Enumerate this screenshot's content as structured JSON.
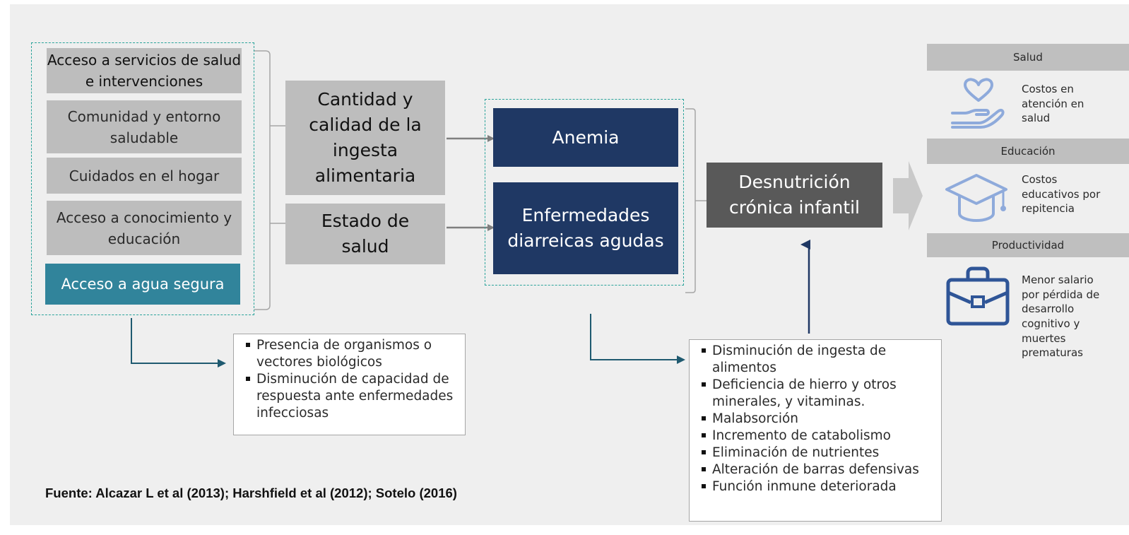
{
  "determinants": [
    "Acceso a servicios de salud  e intervenciones",
    "Comunidad  y entorno saludable",
    "Cuidados en el hogar",
    "Acceso a conocimiento y educación",
    "Acceso a agua segura"
  ],
  "intermediate": [
    "Cantidad y calidad de la ingesta alimentaria",
    "Estado de salud"
  ],
  "conditions": [
    "Anemia",
    "Enfermedades diarreicas agudas"
  ],
  "outcome": "Desnutrición crónica infantil",
  "left_list": [
    "Presencia de organismos o vectores biológicos",
    "Disminución de capacidad de respuesta ante enfermedades infecciosas"
  ],
  "middle_list": [
    "Disminución de ingesta de alimentos",
    "Deficiencia de hierro y otros minerales, y vitaminas.",
    "Malabsorción",
    "Incremento de catabolismo",
    "Eliminación de nutrientes",
    "Alteración de barras defensivas",
    "Función inmune deteriorada"
  ],
  "consequences": [
    {
      "header": "Salud",
      "text": "Costos en\natención en\nsalud",
      "icon": "hand-heart-icon"
    },
    {
      "header": "Educación",
      "text": "Costos\neducativos por\nrepitencia",
      "icon": "graduation-cap-icon"
    },
    {
      "header": "Productividad",
      "text": "Menor salario\npor pérdida de\ndesarrollo\ncognitivo y\nmuertes\nprematuras",
      "icon": "briefcase-icon"
    }
  ],
  "source": "Fuente: Alcazar L et al (2013); Harshfield et al (2012); Sotelo (2016)",
  "colors": {
    "gray_box": "#bdbdbd",
    "navy_box": "#1f3864",
    "teal_box": "#31849b",
    "dark_box": "#595959",
    "dashed_border": "#2aa39a",
    "arrow_teal": "#1f5a70",
    "icon_light": "#8eaadb",
    "icon_dark": "#2f5597"
  }
}
